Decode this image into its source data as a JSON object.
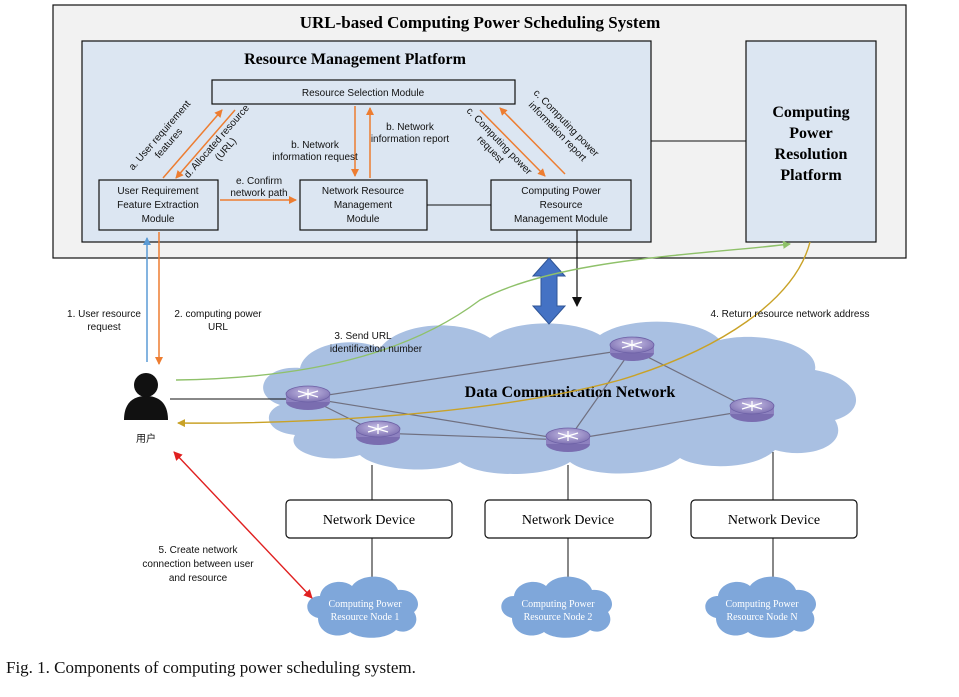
{
  "system_title": "URL-based Computing Power Scheduling System",
  "rmp_title": "Resource Management Platform",
  "modules": {
    "selection": "Resource Selection Module",
    "user_req": [
      "User Requirement",
      "Feature Extraction",
      "Module"
    ],
    "network": [
      "Network Resource",
      "Management",
      "Module"
    ],
    "computing": [
      "Computing Power",
      "Resource",
      "Management Module"
    ]
  },
  "resolution_platform": [
    "Computing",
    "Power",
    "Resolution",
    "Platform"
  ],
  "arrow_labels": {
    "a": [
      "a. User requirement",
      "features"
    ],
    "d": [
      "d. Allocated resource",
      "(URL)"
    ],
    "b_req": [
      "b. Network",
      "information request"
    ],
    "b_rep": [
      "b. Network",
      "information report"
    ],
    "c_req": [
      "c. Computing power",
      "request"
    ],
    "c_rep": [
      "c. Computing power",
      "information report"
    ],
    "e": [
      "e. Confirm",
      "network path"
    ]
  },
  "steps": {
    "s1": [
      "1. User resource",
      "request"
    ],
    "s2": [
      "2. computing power",
      "URL"
    ],
    "s3": [
      "3. Send URL",
      "identification number"
    ],
    "s4": "4. Return resource network address",
    "s5": [
      "5. Create network",
      "connection between user",
      "and resource"
    ]
  },
  "user_label": "用户",
  "network_title": "Data Communication Network",
  "network_devices": [
    "Network Device",
    "Network Device",
    "Network Device"
  ],
  "resource_nodes": [
    [
      "Computing Power",
      "Resource Node 1"
    ],
    [
      "Computing Power",
      "Resource Node 2"
    ],
    [
      "Computing Power",
      "Resource Node N"
    ]
  ],
  "caption": "Fig. 1.   Components of computing power scheduling system.",
  "colors": {
    "panel_fill": "#dce6f2",
    "orange": "#ed7d31",
    "blue": "#5b9bd5",
    "green": "#8fc16a",
    "gold": "#c9a227",
    "red": "#e02020",
    "cloud": "#a9c0e2",
    "router": "#9b8fc4"
  }
}
